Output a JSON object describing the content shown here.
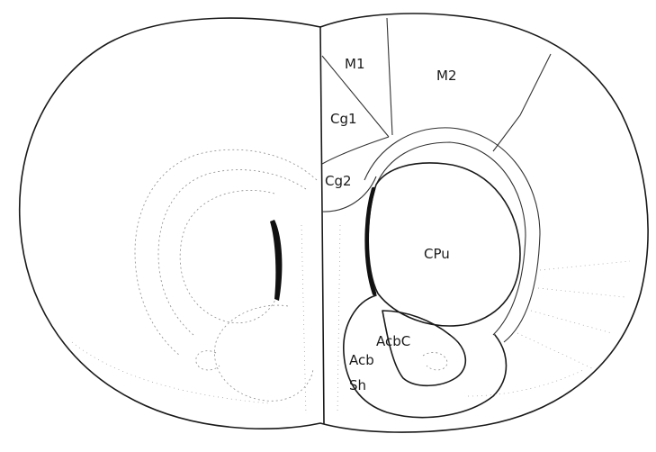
{
  "labels": {
    "m1": "M1",
    "m2": "M2",
    "cg1": "Cg1",
    "cg2": "Cg2",
    "cpu": "CPu",
    "acbc": "AcbC",
    "acb": "Acb",
    "sh": "Sh"
  }
}
